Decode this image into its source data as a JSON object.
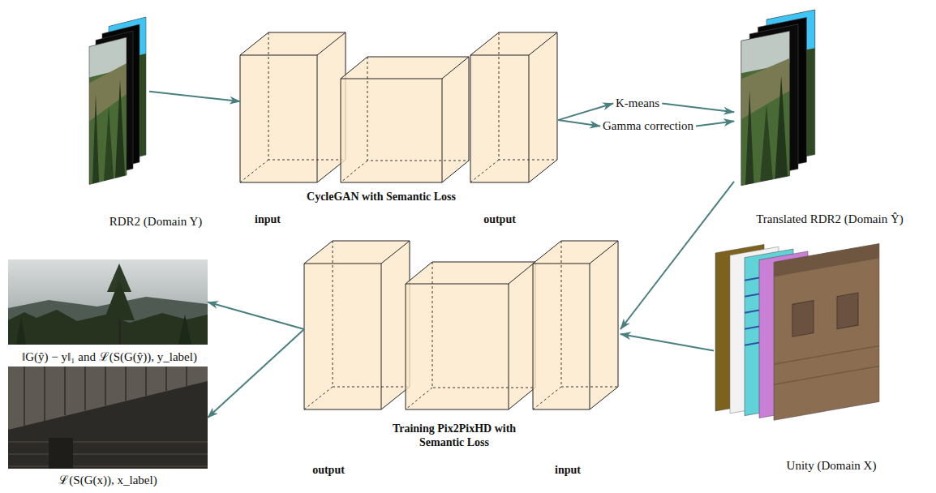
{
  "diagram": {
    "nodes": [
      {
        "text": [
          "RDR2 (Domain Y)"
        ]
      },
      {
        "text": [
          "CycleGAN with Semantic Loss",
          "input",
          "output"
        ]
      },
      {
        "text": [
          "K-means"
        ]
      },
      {
        "text": [
          "Gamma correction"
        ]
      },
      {
        "text": [
          "Translated RDR2 (Domain Ŷ)"
        ]
      },
      {
        "text": [
          "Training Pix2PixHD with Semantic Loss",
          "output",
          "input"
        ]
      },
      {
        "text": [
          "Unity (Domain X)"
        ]
      },
      {
        "text": [
          "‖G(ŷ) − y‖₁ and ℒ(S(G(ŷ)), y_label)"
        ]
      },
      {
        "text": [
          "ℒ(S(G(x)), x_label)"
        ]
      }
    ],
    "edges": [
      {
        "from": 0,
        "to": 1,
        "arrow": "to"
      },
      {
        "from": 1,
        "to": 2,
        "arrow": "to"
      },
      {
        "from": 1,
        "to": 3,
        "arrow": "to"
      },
      {
        "from": 2,
        "to": 4,
        "arrow": "to"
      },
      {
        "from": 3,
        "to": 4,
        "arrow": "to"
      },
      {
        "from": 4,
        "to": 5,
        "arrow": "to"
      },
      {
        "from": 6,
        "to": 5,
        "arrow": "to"
      },
      {
        "from": 5,
        "to": 7,
        "arrow": "to"
      },
      {
        "from": 5,
        "to": 8,
        "arrow": "to"
      }
    ]
  }
}
